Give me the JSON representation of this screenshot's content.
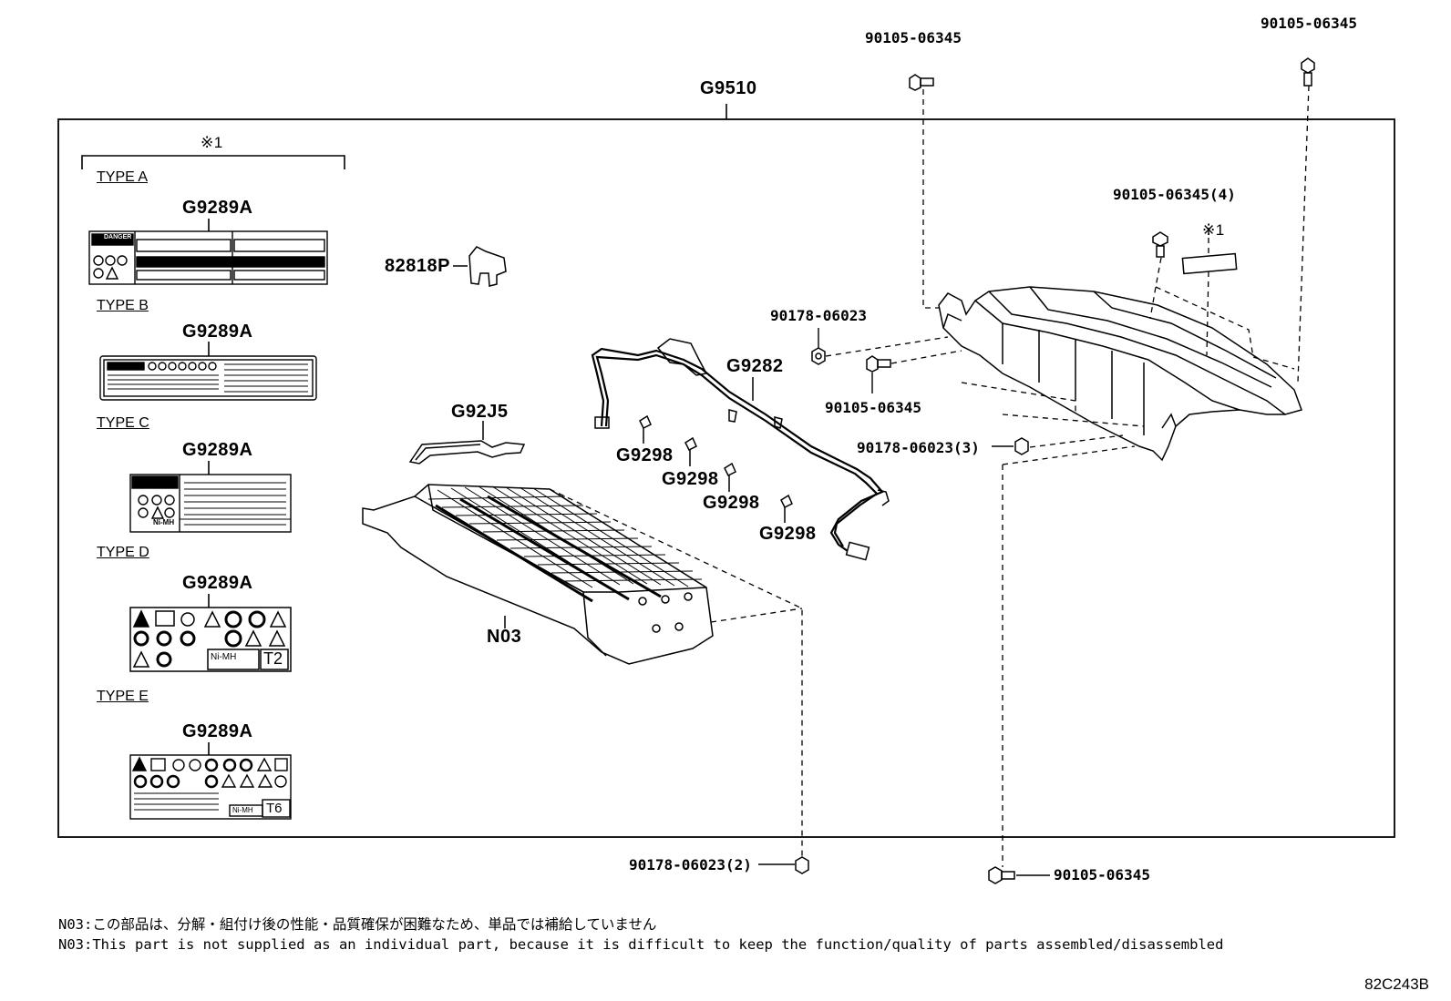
{
  "main_label": "G9510",
  "bracket_mark": "※1",
  "label_types": [
    {
      "type": "TYPE A",
      "part": "G9289A"
    },
    {
      "type": "TYPE B",
      "part": "G9289A"
    },
    {
      "type": "TYPE C",
      "part": "G9289A"
    },
    {
      "type": "TYPE D",
      "part": "G9289A"
    },
    {
      "type": "TYPE E",
      "part": "G9289A"
    }
  ],
  "sticker_text": {
    "danger": "DANGER",
    "nimh": "Ni-MH",
    "t2": "T2",
    "t6": "T6"
  },
  "parts": {
    "p82818P": "82818P",
    "g92j5": "G92J5",
    "n03": "N03",
    "g9282": "G9282",
    "g9298_1": "G9298",
    "g9298_2": "G9298",
    "g9298_3": "G9298",
    "g9298_4": "G9298",
    "p90178_top": "90178-06023",
    "p90105_mid": "90105-06345",
    "p90178_3": "90178-06023(3)",
    "p90105_top_center": "90105-06345",
    "p90105_top_right": "90105-06345",
    "p90105_4": "90105-06345(4)",
    "mark_right": "※1",
    "p90178_2": "90178-06023(2)",
    "p90105_bottom": "90105-06345"
  },
  "notes": {
    "jp": "N03:この部品は、分解・組付け後の性能・品質確保が困難なため、単品では補給していません",
    "en": "N03:This part is not supplied as an individual part, because it is difficult to keep the function/quality of parts assembled/disassembled"
  },
  "diagram_code": "82C243B"
}
